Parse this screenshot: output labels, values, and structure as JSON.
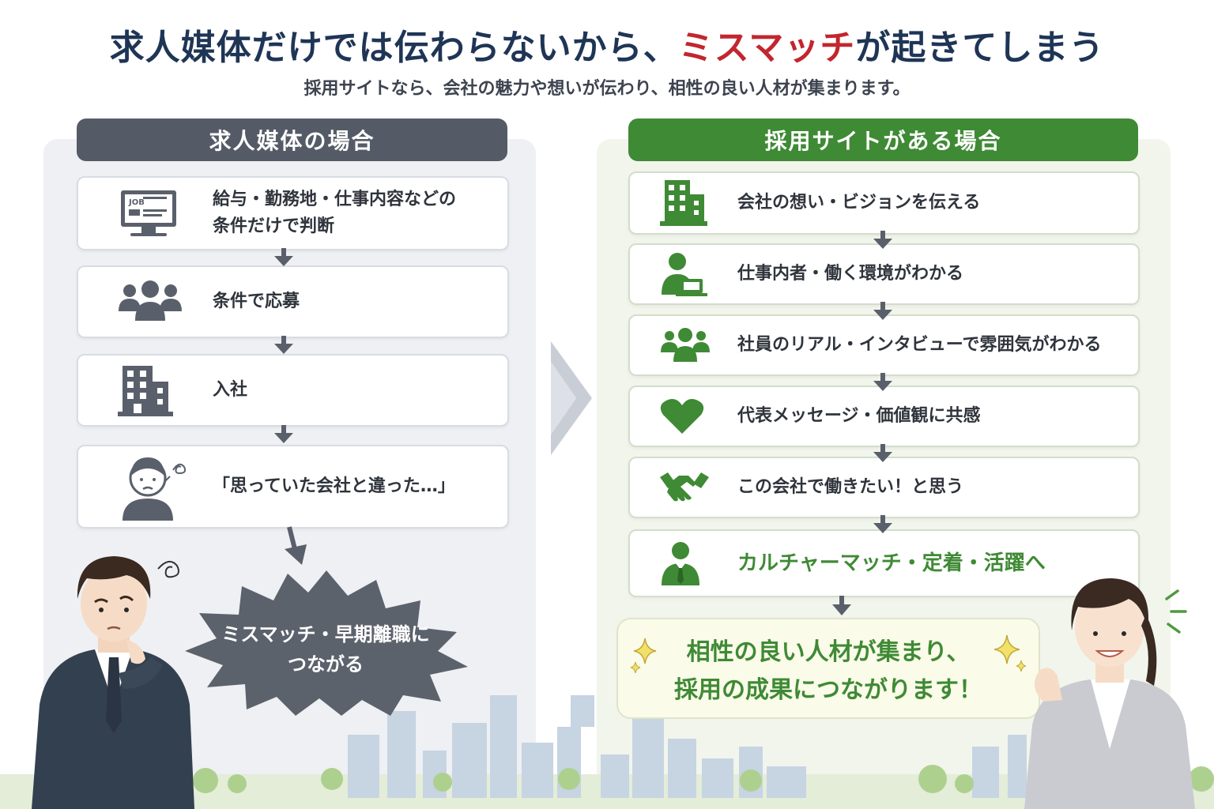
{
  "title": {
    "part1": "求人媒体だけでは伝わらないから、",
    "accent": "ミスマッチ",
    "part2": "が起きてしまう"
  },
  "subtitle": "採用サイトなら、会社の魅力や想いが伝わり、相性の良い人材が集まります。",
  "left": {
    "header": "求人媒体の場合",
    "steps": [
      {
        "icon": "job-monitor-icon",
        "line1": "給与・勤務地・仕事内容などの",
        "line2": "条件だけで判断"
      },
      {
        "icon": "people-group-icon",
        "line1": "条件で応募"
      },
      {
        "icon": "office-building-icon",
        "line1": "入社"
      },
      {
        "icon": "worried-person-icon",
        "line1": "「思っていた会社と違った…」"
      }
    ],
    "burst": {
      "line1": "ミスマッチ・早期離職に",
      "line2": "つながる"
    },
    "monitor_label": "JOB"
  },
  "right": {
    "header": "採用サイトがある場合",
    "steps": [
      {
        "icon": "office-building-icon",
        "text": "会社の想い・ビジョンを伝える"
      },
      {
        "icon": "person-laptop-icon",
        "text": "仕事内者・働く環境がわかる"
      },
      {
        "icon": "people-group-icon",
        "text": "社員のリアル・インタビューで雰囲気がわかる"
      },
      {
        "icon": "heart-icon",
        "text": "代表メッセージ・価値観に共感"
      },
      {
        "icon": "handshake-icon",
        "text": "この会社で働きたい！と思う"
      },
      {
        "icon": "businessperson-icon",
        "text": "カルチャーマッチ・定着・活躍へ"
      }
    ],
    "result": {
      "line1": "相性の良い人材が集まり、",
      "line2": "採用の成果につながります！"
    }
  },
  "colors": {
    "navy": "#1f3556",
    "red": "#c2262e",
    "green": "#3f8a35",
    "gray": "#555b66"
  }
}
